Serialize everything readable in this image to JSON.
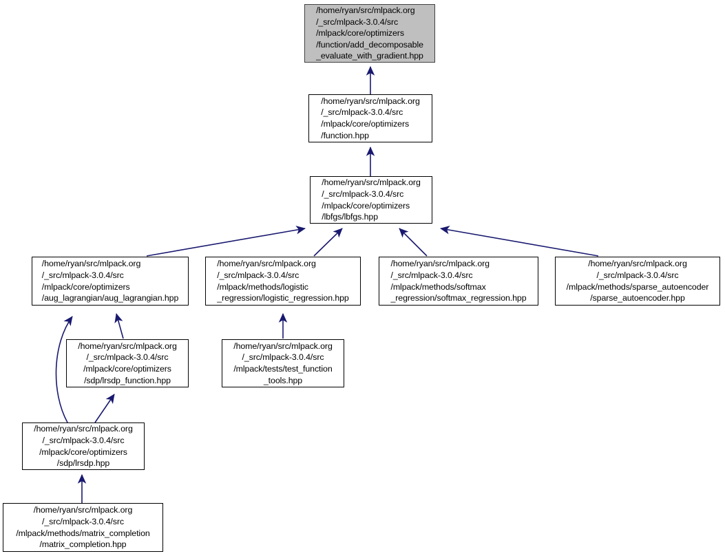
{
  "graph": {
    "type": "include-dependency-graph",
    "title": "",
    "edge_color": "#191970",
    "node_fill": "#ffffff",
    "node_border": "#000000",
    "root_fill": "#bfbfbf",
    "root_border": "#404040",
    "nodes": [
      {
        "id": "add_decomposable_evaluate_with_gradient",
        "label": "/home/ryan/src/mlpack.org\n/_src/mlpack-3.0.4/src\n/mlpack/core/optimizers\n/function/add_decomposable\n_evaluate_with_gradient.hpp",
        "align": "left",
        "highlighted": true
      },
      {
        "id": "function",
        "label": "/home/ryan/src/mlpack.org\n/_src/mlpack-3.0.4/src\n/mlpack/core/optimizers\n/function.hpp",
        "align": "left",
        "highlighted": false
      },
      {
        "id": "lbfgs",
        "label": "/home/ryan/src/mlpack.org\n/_src/mlpack-3.0.4/src\n/mlpack/core/optimizers\n/lbfgs/lbfgs.hpp",
        "align": "left",
        "highlighted": false
      },
      {
        "id": "aug_lagrangian",
        "label": "/home/ryan/src/mlpack.org\n/_src/mlpack-3.0.4/src\n/mlpack/core/optimizers\n/aug_lagrangian/aug_lagrangian.hpp",
        "align": "left",
        "highlighted": false
      },
      {
        "id": "logistic_regression",
        "label": "/home/ryan/src/mlpack.org\n/_src/mlpack-3.0.4/src\n/mlpack/methods/logistic\n_regression/logistic_regression.hpp",
        "align": "left",
        "highlighted": false
      },
      {
        "id": "softmax_regression",
        "label": "/home/ryan/src/mlpack.org\n/_src/mlpack-3.0.4/src\n/mlpack/methods/softmax\n_regression/softmax_regression.hpp",
        "align": "left",
        "highlighted": false
      },
      {
        "id": "sparse_autoencoder",
        "label": "/home/ryan/src/mlpack.org\n/_src/mlpack-3.0.4/src\n/mlpack/methods/sparse_autoencoder\n/sparse_autoencoder.hpp",
        "align": "center",
        "highlighted": false
      },
      {
        "id": "lrsdp_function",
        "label": "/home/ryan/src/mlpack.org\n/_src/mlpack-3.0.4/src\n/mlpack/core/optimizers\n/sdp/lrsdp_function.hpp",
        "align": "center",
        "highlighted": false
      },
      {
        "id": "test_function_tools",
        "label": "/home/ryan/src/mlpack.org\n/_src/mlpack-3.0.4/src\n/mlpack/tests/test_function\n_tools.hpp",
        "align": "center",
        "highlighted": false
      },
      {
        "id": "lrsdp",
        "label": "/home/ryan/src/mlpack.org\n/_src/mlpack-3.0.4/src\n/mlpack/core/optimizers\n/sdp/lrsdp.hpp",
        "align": "center",
        "highlighted": false
      },
      {
        "id": "matrix_completion",
        "label": "/home/ryan/src/mlpack.org\n/_src/mlpack-3.0.4/src\n/mlpack/methods/matrix_completion\n/matrix_completion.hpp",
        "align": "center",
        "highlighted": false
      }
    ],
    "edges": [
      {
        "from": "function",
        "to": "add_decomposable_evaluate_with_gradient"
      },
      {
        "from": "lbfgs",
        "to": "function"
      },
      {
        "from": "aug_lagrangian",
        "to": "lbfgs"
      },
      {
        "from": "logistic_regression",
        "to": "lbfgs"
      },
      {
        "from": "softmax_regression",
        "to": "lbfgs"
      },
      {
        "from": "sparse_autoencoder",
        "to": "lbfgs"
      },
      {
        "from": "lrsdp_function",
        "to": "aug_lagrangian"
      },
      {
        "from": "lrsdp",
        "to": "aug_lagrangian"
      },
      {
        "from": "lrsdp",
        "to": "lrsdp_function"
      },
      {
        "from": "test_function_tools",
        "to": "logistic_regression"
      },
      {
        "from": "matrix_completion",
        "to": "lrsdp"
      }
    ]
  }
}
